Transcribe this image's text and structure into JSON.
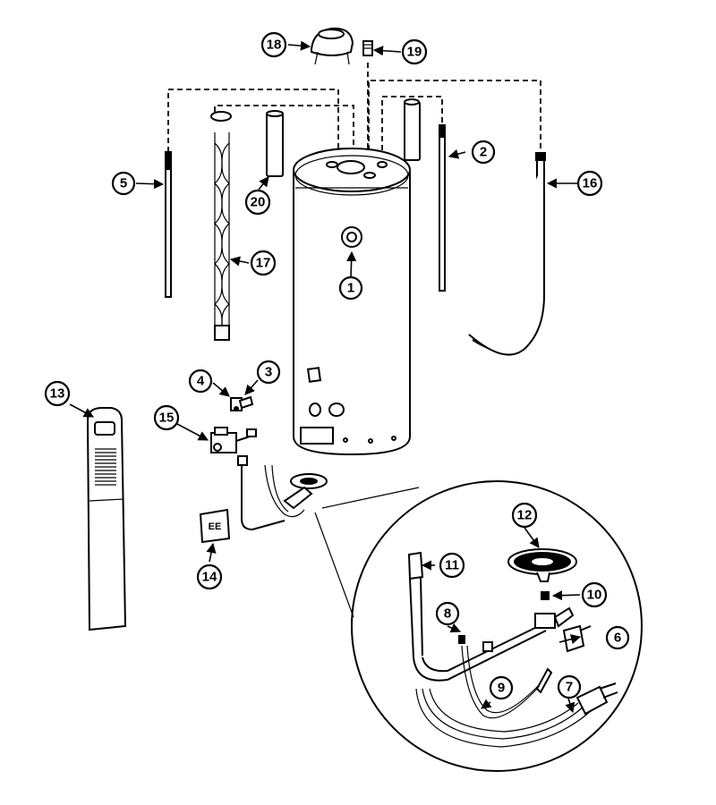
{
  "callouts": {
    "c1": "1",
    "c2": "2",
    "c3": "3",
    "c4": "4",
    "c5": "5",
    "c6": "6",
    "c7": "7",
    "c8": "8",
    "c9": "9",
    "c10": "10",
    "c11": "11",
    "c12": "12",
    "c13": "13",
    "c14": "14",
    "c15": "15",
    "c16": "16",
    "c17": "17",
    "c18": "18",
    "c19": "19",
    "c20": "20"
  },
  "colors": {
    "line": "#000000",
    "background": "#ffffff"
  },
  "label_plate_text": "EE"
}
